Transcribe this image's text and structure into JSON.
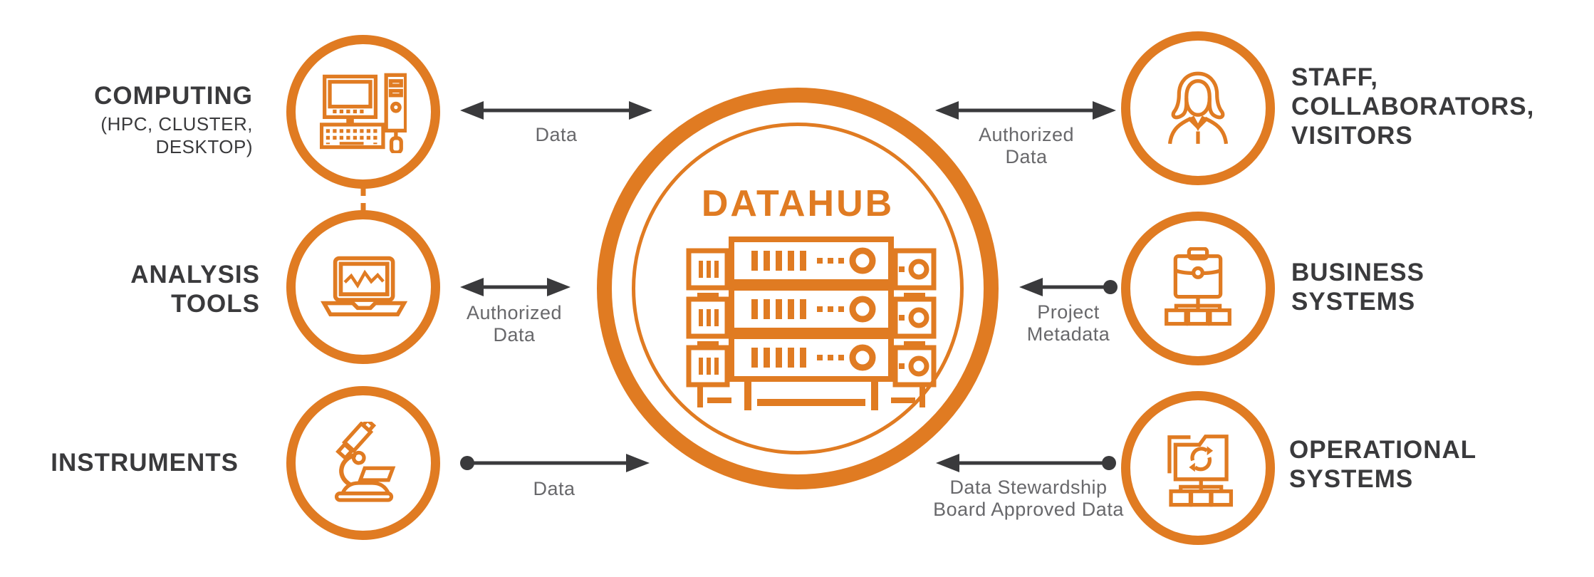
{
  "palette": {
    "orange": "#E07B22",
    "dark_text": "#3A3A3C",
    "arrow_line": "#3A3A3C",
    "arrow_label_gray": "#68686B",
    "background": "#FFFFFF"
  },
  "hub": {
    "title": "DATAHUB",
    "icon": "server-stack-icon"
  },
  "nodes": [
    {
      "id": "computing",
      "side": "left",
      "icon": "desktop-computer-icon",
      "lines": [
        "COMPUTING"
      ],
      "sublabel": "(HPC, CLUSTER, DESKTOP)"
    },
    {
      "id": "analysis-tools",
      "side": "left",
      "icon": "laptop-chart-icon",
      "lines": [
        "ANALYSIS",
        "TOOLS"
      ]
    },
    {
      "id": "instruments",
      "side": "left",
      "icon": "microscope-icon",
      "lines": [
        "INSTRUMENTS"
      ]
    },
    {
      "id": "staff-collaborators-visitors",
      "side": "right",
      "icon": "person-icon",
      "lines": [
        "STAFF,",
        "COLLABORATORS,",
        "VISITORS"
      ]
    },
    {
      "id": "business-systems",
      "side": "right",
      "icon": "briefcase-orgchart-icon",
      "lines": [
        "BUSINESS",
        "SYSTEMS"
      ]
    },
    {
      "id": "operational-systems",
      "side": "right",
      "icon": "folder-sync-orgchart-icon",
      "lines": [
        "OPERATIONAL",
        "SYSTEMS"
      ]
    }
  ],
  "connections": [
    {
      "id": "computing-datahub",
      "type": "bidirectional-arrow",
      "lines": [
        "Data"
      ]
    },
    {
      "id": "analysis-tools-datahub",
      "type": "bidirectional-arrow",
      "lines": [
        "Authorized",
        "Data"
      ]
    },
    {
      "id": "instruments-datahub",
      "type": "dot-to-arrow",
      "direction": "into-hub",
      "lines": [
        "Data"
      ]
    },
    {
      "id": "datahub-staff",
      "type": "bidirectional-arrow",
      "lines": [
        "Authorized",
        "Data"
      ]
    },
    {
      "id": "business-systems-datahub",
      "type": "dot-to-arrow",
      "direction": "into-hub",
      "lines": [
        "Project",
        "Metadata"
      ]
    },
    {
      "id": "operational-systems-datahub",
      "type": "dot-to-arrow",
      "direction": "into-hub",
      "lines": [
        "Data Stewardship",
        "Board Approved Data"
      ]
    }
  ]
}
